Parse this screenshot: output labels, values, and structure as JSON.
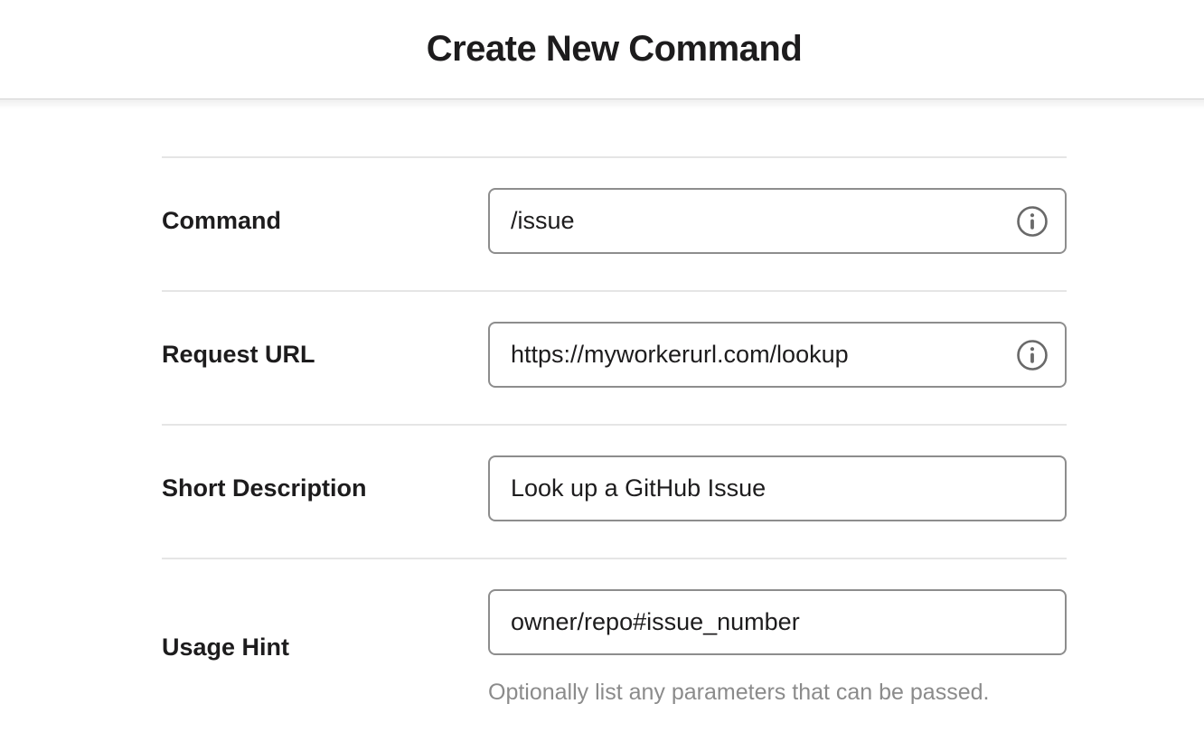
{
  "header": {
    "title": "Create New Command"
  },
  "form": {
    "fields": [
      {
        "id": "command",
        "label": "Command",
        "value": "/issue",
        "has_info_icon": true,
        "helper": ""
      },
      {
        "id": "request-url",
        "label": "Request URL",
        "value": "https://myworkerurl.com/lookup",
        "has_info_icon": true,
        "helper": ""
      },
      {
        "id": "short-description",
        "label": "Short Description",
        "value": "Look up a GitHub Issue",
        "has_info_icon": false,
        "helper": ""
      },
      {
        "id": "usage-hint",
        "label": "Usage Hint",
        "value": "owner/repo#issue_number",
        "has_info_icon": false,
        "helper": "Optionally list any parameters that can be passed."
      }
    ]
  },
  "icons": {
    "info": "info-circle-icon"
  },
  "colors": {
    "text_primary": "#1d1c1d",
    "input_border": "#8d8d8d",
    "divider": "#e5e5e5",
    "helper_text": "#8b8b8b",
    "icon_gray": "#696969",
    "background": "#ffffff"
  }
}
